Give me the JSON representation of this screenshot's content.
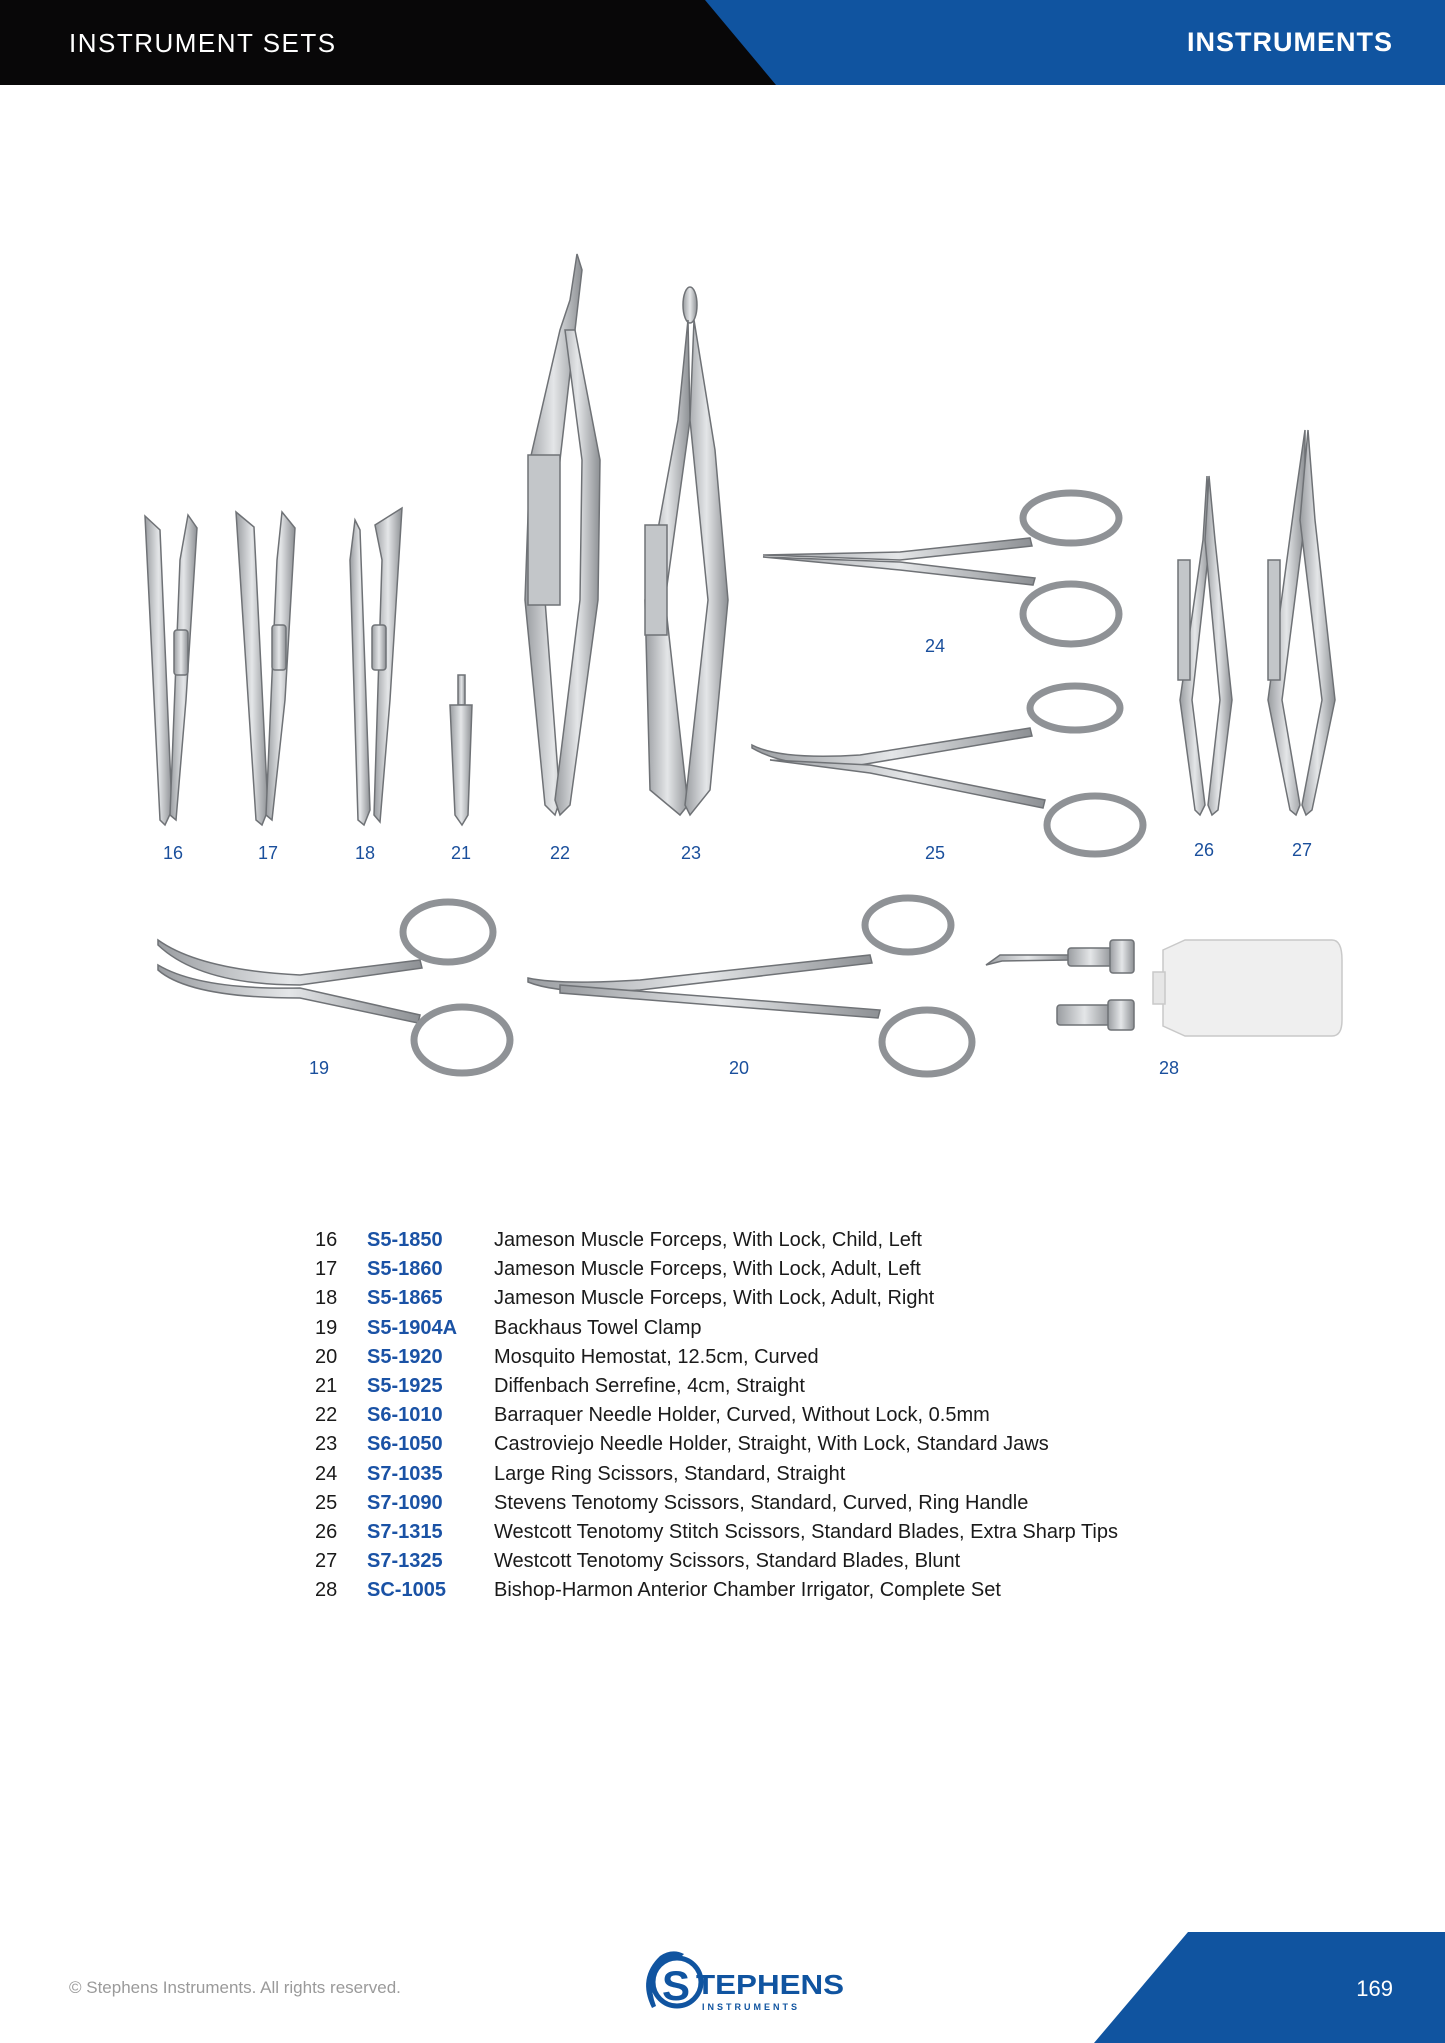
{
  "header": {
    "section": "INSTRUMENT SETS",
    "category": "INSTRUMENTS"
  },
  "colors": {
    "brand_blue": "#1054a0",
    "header_black": "#080708",
    "code_blue": "#1a52a5"
  },
  "figure_labels": [
    "16",
    "17",
    "18",
    "21",
    "22",
    "23",
    "24",
    "25",
    "26",
    "27",
    "19",
    "20",
    "28"
  ],
  "items": [
    {
      "num": "16",
      "code": "S5-1850",
      "desc": "Jameson Muscle Forceps, With Lock, Child, Left"
    },
    {
      "num": "17",
      "code": "S5-1860",
      "desc": "Jameson Muscle Forceps, With Lock, Adult, Left"
    },
    {
      "num": "18",
      "code": "S5-1865",
      "desc": "Jameson Muscle Forceps, With Lock, Adult, Right"
    },
    {
      "num": "19",
      "code": "S5-1904A",
      "desc": "Backhaus Towel Clamp"
    },
    {
      "num": "20",
      "code": "S5-1920",
      "desc": "Mosquito Hemostat, 12.5cm, Curved"
    },
    {
      "num": "21",
      "code": "S5-1925",
      "desc": "Diffenbach Serrefine, 4cm, Straight"
    },
    {
      "num": "22",
      "code": "S6-1010",
      "desc": "Barraquer Needle Holder, Curved, Without Lock, 0.5mm"
    },
    {
      "num": "23",
      "code": "S6-1050",
      "desc": "Castroviejo Needle Holder, Straight, With Lock, Standard Jaws"
    },
    {
      "num": "24",
      "code": "S7-1035",
      "desc": "Large Ring Scissors, Standard, Straight"
    },
    {
      "num": "25",
      "code": "S7-1090",
      "desc": "Stevens Tenotomy Scissors, Standard, Curved, Ring Handle"
    },
    {
      "num": "26",
      "code": "S7-1315",
      "desc": "Westcott Tenotomy Stitch Scissors, Standard Blades, Extra Sharp Tips"
    },
    {
      "num": "27",
      "code": "S7-1325",
      "desc": "Westcott Tenotomy Scissors, Standard Blades, Blunt"
    },
    {
      "num": "28",
      "code": "SC-1005",
      "desc": "Bishop-Harmon Anterior Chamber Irrigator, Complete Set"
    }
  ],
  "footer": {
    "copyright": "© Stephens Instruments. All rights reserved.",
    "page_number": "169",
    "logo_text": "STEPHENS",
    "logo_sub": "INSTRUMENTS"
  }
}
